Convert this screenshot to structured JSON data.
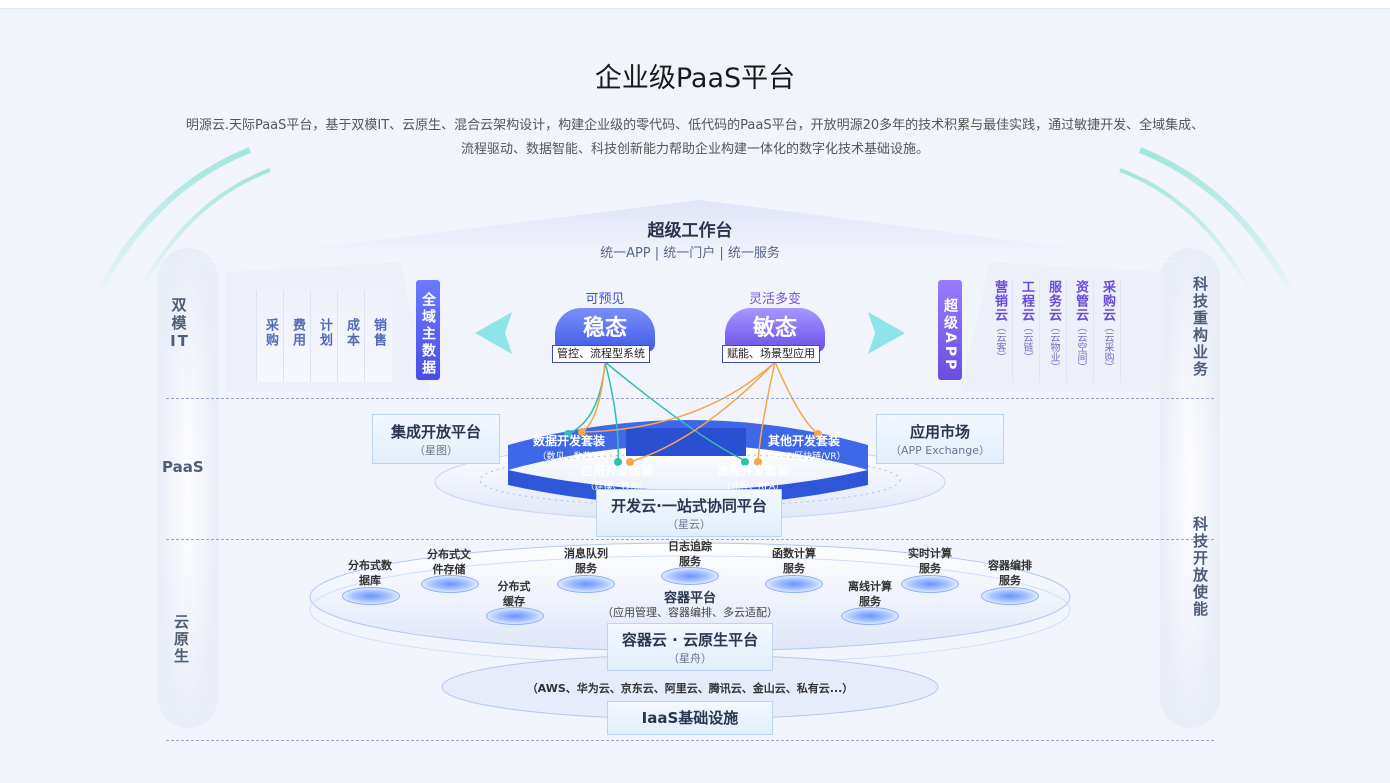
{
  "page": {
    "title": "企业级PaaS平台",
    "description": "明源云.天际PaaS平台，基于双模IT、云原生、混合云架构设计，构建企业级的零代码、低代码的PaaS平台，开放明源20多年的技术积累与最佳实践，通过敏捷开发、全域集成、流程驱动、数据智能、科技创新能力帮助企业构建一体化的数字化技术基础设施。"
  },
  "side_labels": {
    "left_top": "双模IT",
    "left_mid": "PaaS",
    "left_bottom": "云原生",
    "right_top": "科技重构业务",
    "right_bottom": "科技开放使能"
  },
  "workbench": {
    "title": "超级工作台",
    "subtitle": "统一APP | 统一门户 | 统一服务"
  },
  "left_tiles": [
    "采购",
    "费用",
    "计划",
    "成本",
    "销售"
  ],
  "left_badge": "全域主数据",
  "stable": {
    "top": "可预见",
    "name": "稳态",
    "tag": "管控、流程型系统"
  },
  "agile": {
    "top": "灵活多变",
    "name": "敏态",
    "tag": "赋能、场景型应用"
  },
  "right_badge": "超级APP",
  "right_tiles": [
    {
      "name": "营销云",
      "sub": "（云客）"
    },
    {
      "name": "工程云",
      "sub": "（云链）"
    },
    {
      "name": "服务云",
      "sub": "（云物业）"
    },
    {
      "name": "资管云",
      "sub": "（云空间）"
    },
    {
      "name": "采购云",
      "sub": "（云采购）"
    }
  ],
  "paas": {
    "integration": {
      "title": "集成开放平台",
      "sub": "（星图）"
    },
    "market": {
      "title": "应用市场",
      "sub": "（APP Exchange）"
    },
    "kits": [
      {
        "name": "数据开发套装",
        "sub": "（数见、数芯）"
      },
      {
        "name": "其他开发套装",
        "sub": "（AIoT/区块链/VR）"
      },
      {
        "name": "应用开发套装",
        "sub": "（建模、移动）"
      },
      {
        "name": "流程开发套装",
        "sub": "（流程、RPA）"
      }
    ],
    "platform": {
      "title": "开发云·一站式协同平台",
      "sub": "（星云）"
    }
  },
  "cloud_native": {
    "services": [
      "分布式数据库",
      "分布式文件存储",
      "分布式缓存",
      "消息队列服务",
      "日志追踪服务",
      "函数计算服务",
      "离线计算服务",
      "实时计算服务",
      "容器编排服务"
    ],
    "container": {
      "title": "容器平台",
      "sub": "（应用管理、容器编排、多云适配）"
    },
    "platform": {
      "title": "容器云 · 云原生平台",
      "sub": "（星舟）"
    }
  },
  "iaas": {
    "providers": "（AWS、华为云、京东云、阿里云、腾讯云、金山云、私有云...）",
    "title": "IaaS基础设施"
  },
  "colors": {
    "accent": "#4a4de6",
    "stable_cloud": "#4e6bf0",
    "agile_cloud": "#7a5cf0",
    "link_teal": "#2fbfae",
    "link_orange": "#f5a54a"
  }
}
